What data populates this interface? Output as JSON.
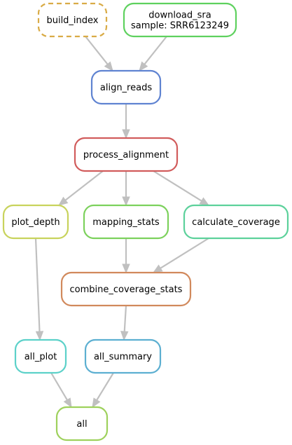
{
  "nodes": [
    {
      "id": "build_index",
      "lines": [
        "build_index"
      ],
      "color": "#d9ab46",
      "dashed": true
    },
    {
      "id": "download_sra",
      "lines": [
        "download_sra",
        "sample: SRR6123249"
      ],
      "color": "#5ed15e",
      "dashed": false
    },
    {
      "id": "align_reads",
      "lines": [
        "align_reads"
      ],
      "color": "#5f83d1",
      "dashed": false
    },
    {
      "id": "process_alignment",
      "lines": [
        "process_alignment"
      ],
      "color": "#d15c5c",
      "dashed": false
    },
    {
      "id": "plot_depth",
      "lines": [
        "plot_depth"
      ],
      "color": "#c8d35c",
      "dashed": false
    },
    {
      "id": "mapping_stats",
      "lines": [
        "mapping_stats"
      ],
      "color": "#7cd15c",
      "dashed": false
    },
    {
      "id": "calculate_coverage",
      "lines": [
        "calculate_coverage"
      ],
      "color": "#5cd19b",
      "dashed": false
    },
    {
      "id": "combine_coverage_stats",
      "lines": [
        "combine_coverage_stats"
      ],
      "color": "#d1895c",
      "dashed": false
    },
    {
      "id": "all_plot",
      "lines": [
        "all_plot"
      ],
      "color": "#5cd1c9",
      "dashed": false
    },
    {
      "id": "all_summary",
      "lines": [
        "all_summary"
      ],
      "color": "#5cafd1",
      "dashed": false
    },
    {
      "id": "all",
      "lines": [
        "all"
      ],
      "color": "#9ed15c",
      "dashed": false
    }
  ],
  "edges": [
    {
      "from": "build_index",
      "to": "align_reads"
    },
    {
      "from": "download_sra",
      "to": "align_reads"
    },
    {
      "from": "align_reads",
      "to": "process_alignment"
    },
    {
      "from": "process_alignment",
      "to": "plot_depth"
    },
    {
      "from": "process_alignment",
      "to": "mapping_stats"
    },
    {
      "from": "process_alignment",
      "to": "calculate_coverage"
    },
    {
      "from": "mapping_stats",
      "to": "combine_coverage_stats"
    },
    {
      "from": "calculate_coverage",
      "to": "combine_coverage_stats"
    },
    {
      "from": "plot_depth",
      "to": "all_plot"
    },
    {
      "from": "combine_coverage_stats",
      "to": "all_summary"
    },
    {
      "from": "all_plot",
      "to": "all"
    },
    {
      "from": "all_summary",
      "to": "all"
    }
  ],
  "colors": {
    "edge": "#c0c0c0",
    "background": "#ffffff",
    "text": "#000000"
  }
}
